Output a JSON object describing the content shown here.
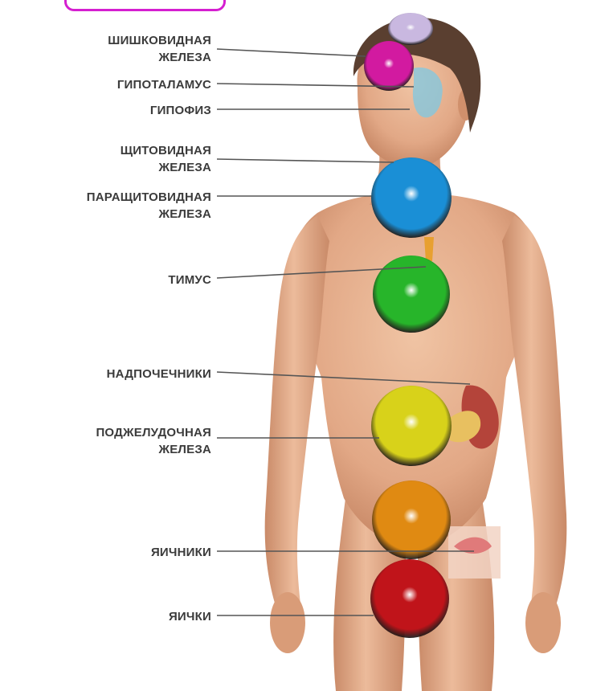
{
  "labels": [
    {
      "id": "pineal",
      "lines": [
        "ШИШКОВИДНАЯ",
        "ЖЕЛЕЗА"
      ]
    },
    {
      "id": "hypothalamus",
      "lines": [
        "ГИПОТАЛАМУС"
      ]
    },
    {
      "id": "pituitary",
      "lines": [
        "ГИПОФИЗ"
      ]
    },
    {
      "id": "thyroid",
      "lines": [
        "ЩИТОВИДНАЯ",
        "ЖЕЛЕЗА"
      ]
    },
    {
      "id": "parathyroid",
      "lines": [
        "ПАРАЩИТОВИДНАЯ",
        "ЖЕЛЕЗА"
      ]
    },
    {
      "id": "thymus",
      "lines": [
        "ТИМУС"
      ]
    },
    {
      "id": "adrenals",
      "lines": [
        "НАДПОЧЕЧНИКИ"
      ]
    },
    {
      "id": "pancreas",
      "lines": [
        "ПОДЖЕЛУДОЧНАЯ",
        "ЖЕЛЕЗА"
      ]
    },
    {
      "id": "ovaries",
      "lines": [
        "ЯИЧНИКИ"
      ]
    },
    {
      "id": "testes",
      "lines": [
        "ЯИЧКИ"
      ]
    }
  ],
  "chakras": [
    {
      "id": "crown",
      "color": "#c9b8e0"
    },
    {
      "id": "third-eye",
      "color": "#d21aa0"
    },
    {
      "id": "throat",
      "color": "#1a8fd6"
    },
    {
      "id": "heart",
      "color": "#27b52a"
    },
    {
      "id": "solar-plexus",
      "color": "#d8d21a"
    },
    {
      "id": "sacral",
      "color": "#e08a12"
    },
    {
      "id": "root",
      "color": "#c0141a"
    }
  ],
  "colors": {
    "skin": "#e8b08e",
    "skin_shadow": "#c98a68",
    "hair": "#5a3f30",
    "line": "#555555",
    "text": "#3b3b3b",
    "badge": "#d51fd0"
  }
}
